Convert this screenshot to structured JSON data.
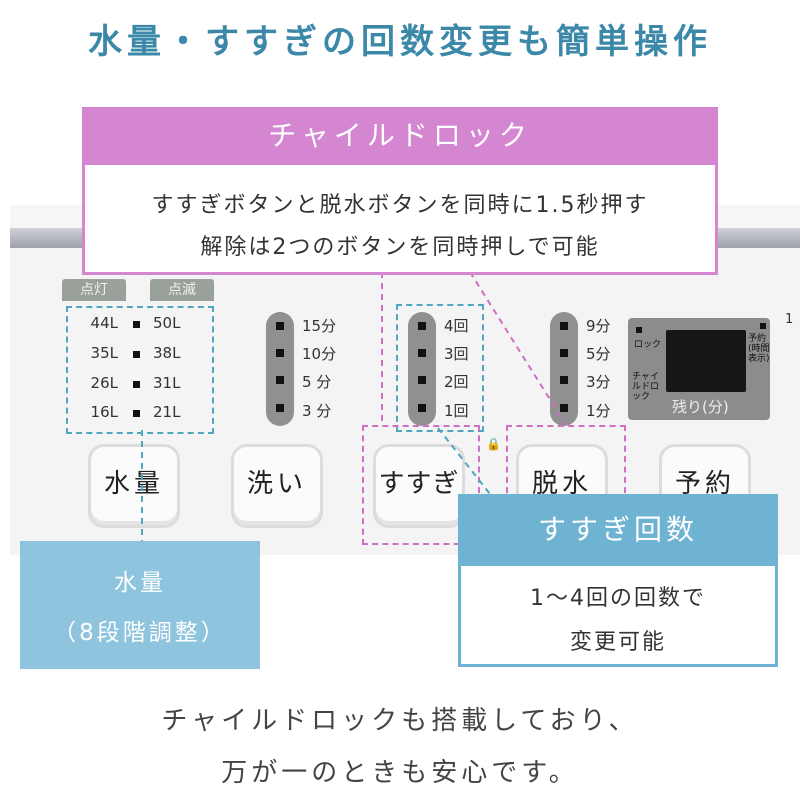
{
  "title": "水量・すすぎの回数変更も簡単操作",
  "panel": {
    "tag_on": "点灯",
    "tag_blink": "点滅",
    "water_levels_left": [
      "44L",
      "35L",
      "26L",
      "16L"
    ],
    "water_levels_right": [
      "50L",
      "38L",
      "31L",
      "21L"
    ],
    "wash_times": [
      "15分",
      "10分",
      "5 分",
      "3 分"
    ],
    "rinse_counts": [
      "4回",
      "3回",
      "2回",
      "1回"
    ],
    "spin_times": [
      "9分",
      "5分",
      "3分",
      "1分"
    ],
    "display_label": "残り(分)",
    "child_lock_label": "ロック",
    "child_lock_small": "チャイルドロック",
    "reservation_small": "予約(時間表示)",
    "edge_mark": "1",
    "lock_symbol": "🔒",
    "buttons": {
      "water": "水量",
      "wash": "洗い",
      "rinse": "すすぎ",
      "spin": "脱水",
      "reserve": "予約"
    }
  },
  "child_lock": {
    "header": "チャイルドロック",
    "line1": "すすぎボタンと脱水ボタンを同時に1.5秒押す",
    "line2": "解除は2つのボタンを同時押しで可能"
  },
  "water_callout": {
    "line1": "水量",
    "line2": "（8段階調整）"
  },
  "rinse_callout": {
    "header": "すすぎ回数",
    "line1": "1～4回の回数で",
    "line2": "変更可能"
  },
  "footer": {
    "line1": "チャイルドロックも搭載しており、",
    "line2": "万が一のときも安心です。"
  },
  "colors": {
    "title": "#3c88a8",
    "pink": "#d586d0",
    "blue_dark": "#6fb3d3",
    "blue_light": "#8ec4dd"
  }
}
